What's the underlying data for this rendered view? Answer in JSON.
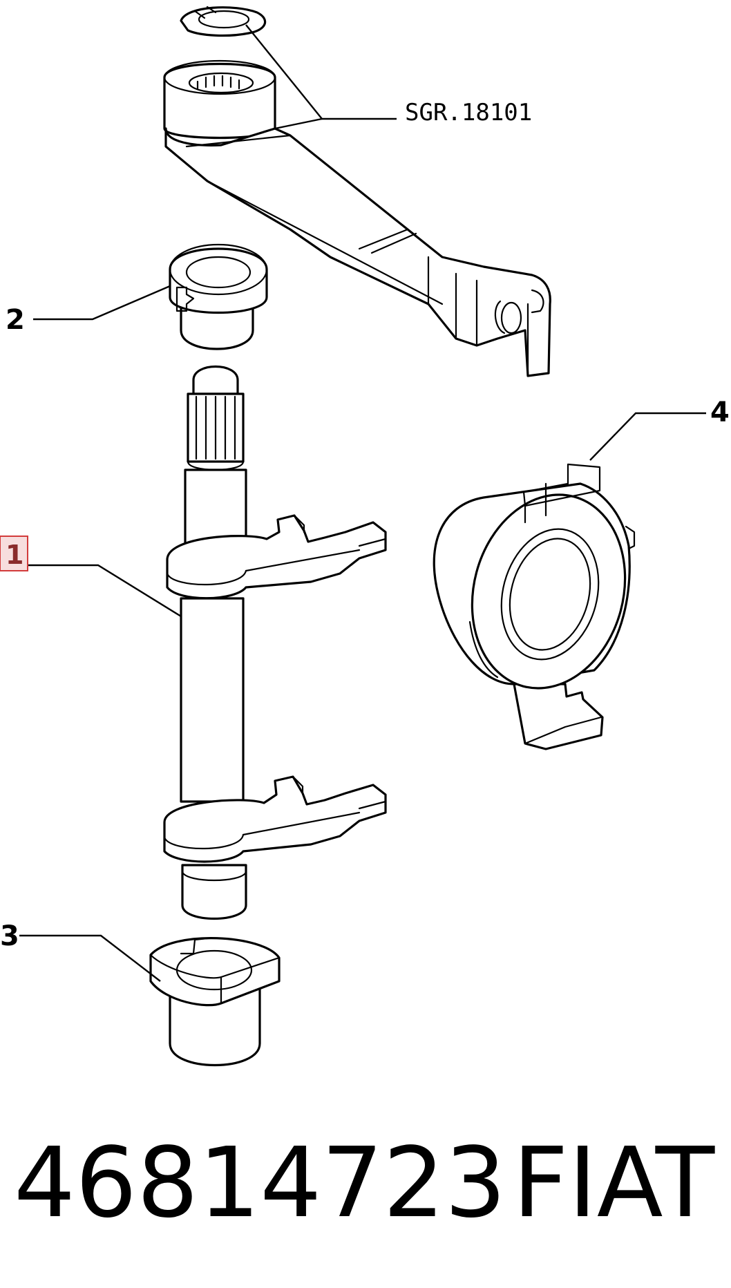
{
  "labels": {
    "ref_sgr": "SGR.18101",
    "callout_1": "1",
    "callout_2": "2",
    "callout_3": "3",
    "callout_4": "4"
  },
  "footer": {
    "part_number": "46814723",
    "brand": "FIAT"
  },
  "colors": {
    "line": "#000000",
    "highlight_fill": "#f7dede",
    "highlight_stroke": "#d23a3a",
    "highlight_text": "#8a2b2b"
  }
}
